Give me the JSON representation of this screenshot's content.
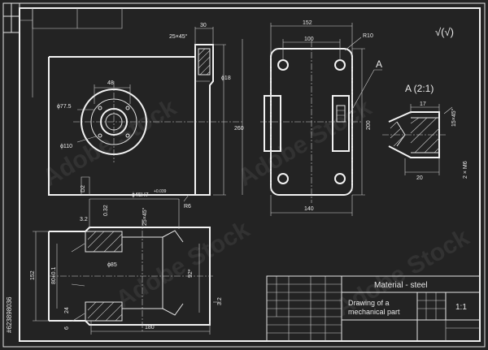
{
  "title_block": {
    "material": "Material - steel",
    "drawing_name_line1": "Drawing of a",
    "drawing_name_line2": "mechanical part",
    "scale": "1:1"
  },
  "section_label": {
    "marker": "A",
    "detail_title": "A (2:1)"
  },
  "roughness_symbol": "√(√)",
  "dimensions": {
    "top_view": [
      "30",
      "25×45°",
      "48",
      "ϕ77.5",
      "ϕ110",
      "ϕ18",
      "260",
      "R6"
    ],
    "front_view": [
      "152",
      "100",
      "R10",
      "200",
      "140"
    ],
    "detail": [
      "17",
      "15×45°",
      "20",
      "2 × M6"
    ],
    "side_section": [
      "D2",
      "ϕ45H7",
      "+0.039",
      "0.32",
      "25×45°",
      "3.2",
      "ϕ85",
      "80±0.1",
      "152",
      "92*",
      "24",
      "6",
      "180",
      "3.2"
    ]
  },
  "watermark": {
    "brand": "Adobe Stock",
    "id": "#623898036"
  },
  "colors": {
    "background": "#232323",
    "lines": "#e6e6e6"
  }
}
